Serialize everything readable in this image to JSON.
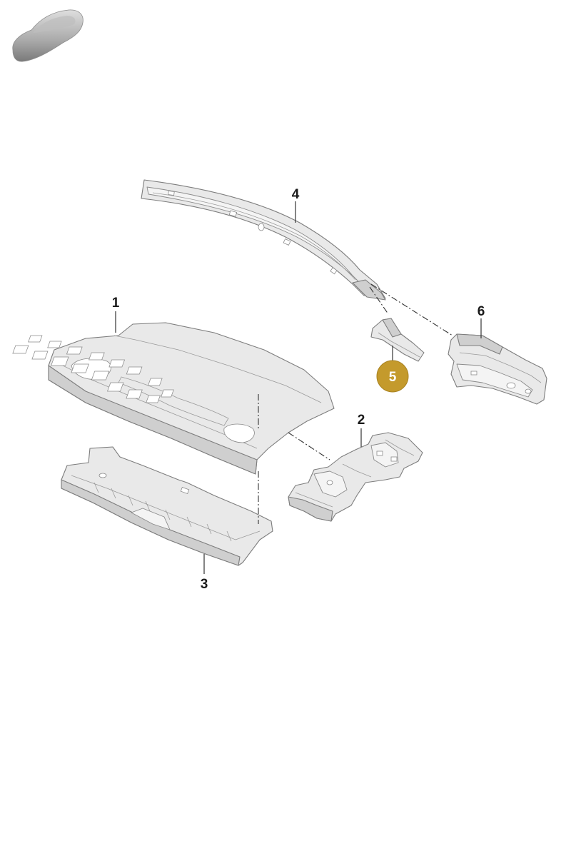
{
  "diagram": {
    "callouts": [
      {
        "id": "1",
        "label": "1",
        "highlighted": false
      },
      {
        "id": "2",
        "label": "2",
        "highlighted": false
      },
      {
        "id": "3",
        "label": "3",
        "highlighted": false
      },
      {
        "id": "4",
        "label": "4",
        "highlighted": false
      },
      {
        "id": "5",
        "label": "5",
        "highlighted": true
      },
      {
        "id": "6",
        "label": "6",
        "highlighted": false
      }
    ],
    "icons": {
      "vehicle": "car-silhouette-icon"
    },
    "colors": {
      "highlight": "#c49a2c",
      "part_fill": "#e9e9e9",
      "part_stroke": "#7d7d7d",
      "line": "#333333"
    }
  }
}
